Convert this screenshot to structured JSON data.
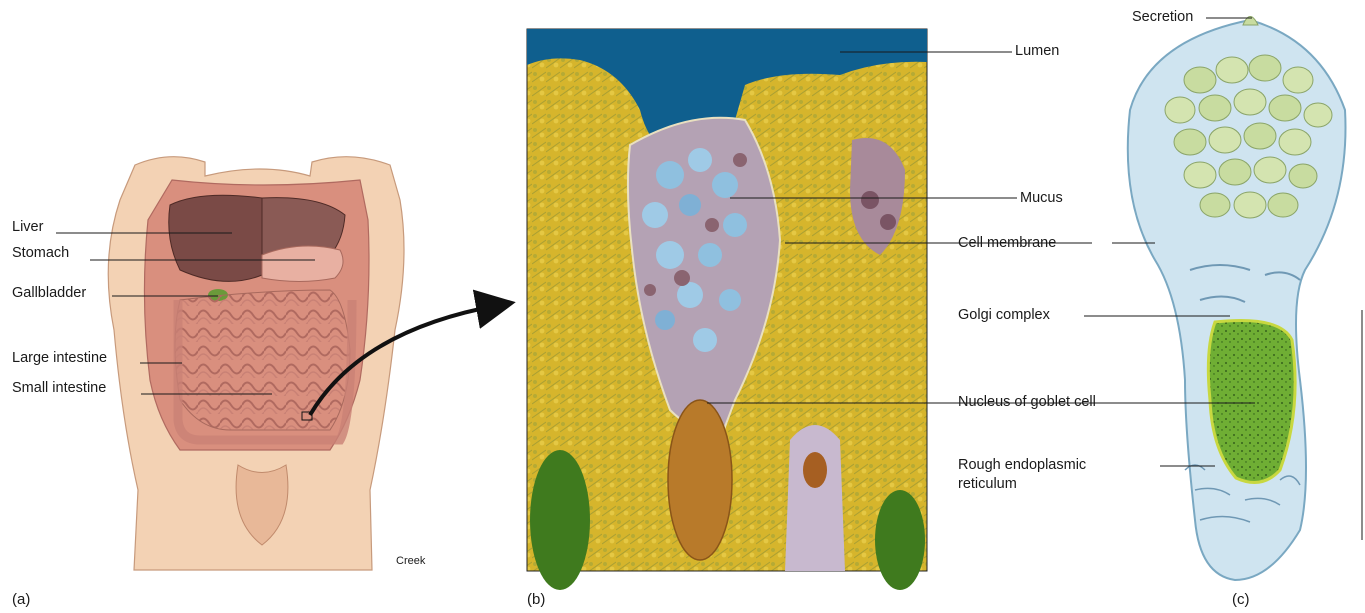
{
  "panels": {
    "a": "(a)",
    "b": "(b)",
    "c": "(c)"
  },
  "panel_a": {
    "labels": {
      "liver": "Liver",
      "stomach": "Stomach",
      "gallbladder": "Gallbladder",
      "large_intestine": "Large intestine",
      "small_intestine": "Small intestine"
    },
    "credit": "Creek"
  },
  "panel_b": {
    "labels": {
      "lumen": "Lumen",
      "mucus": "Mucus",
      "cell_membrane": "Cell membrane",
      "nucleus": "Nucleus of goblet cell"
    }
  },
  "panel_c": {
    "labels": {
      "secretion": "Secretion",
      "golgi": "Golgi complex",
      "rer_line1": "Rough endoplasmic",
      "rer_line2": "reticulum"
    }
  },
  "colors": {
    "skin": "#f3d2b4",
    "liver": "#7a4a46",
    "intestine": "#e8a79a",
    "lumen": "#0f5f8e",
    "micrograph_yellow": "#d8b62a",
    "mucus_blue": "#8fc0df",
    "cell_blue": "#cfe4f0",
    "granule_green": "#c8dca0",
    "nucleus_green": "#5e9a2c"
  }
}
